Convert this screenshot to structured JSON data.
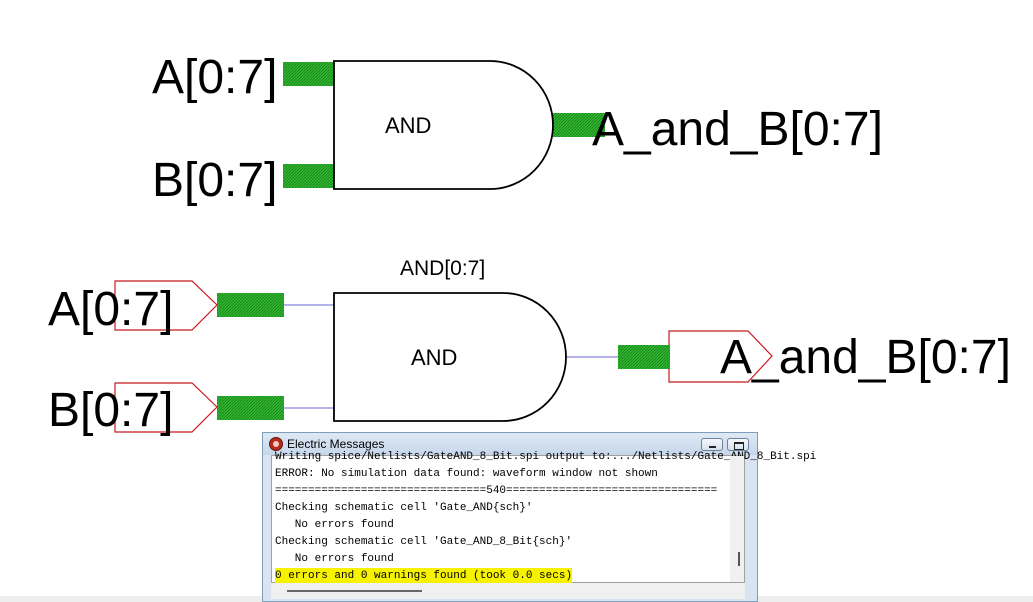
{
  "schematic_top": {
    "input_a": "A[0:7]",
    "input_b": "B[0:7]",
    "gate_label": "AND",
    "output": "A_and_B[0:7]"
  },
  "schematic_bottom": {
    "instance_name": "AND[0:7]",
    "gate_label": "AND",
    "input_a": "A[0:7]",
    "input_b": "B[0:7]",
    "output": "A_and_B[0:7]"
  },
  "messages_window": {
    "title": "Electric Messages",
    "lines": [
      "Writing spice/Netlists/GateAND_8_Bit.spi output to:.../Netlists/Gate_AND_8_Bit.spi",
      "ERROR: No simulation data found: waveform window not shown",
      "================================540================================",
      "Checking schematic cell 'Gate_AND{sch}'",
      "   No errors found",
      "Checking schematic cell 'Gate_AND_8_Bit{sch}'",
      "   No errors found",
      "0 errors and 0 warnings found (took 0.0 secs)"
    ]
  },
  "colors": {
    "bus_fill": "#2fb82f",
    "bus_hatch": "#1a7d1a",
    "port_outline": "#c8191e",
    "thin_wire": "#6a6ad0",
    "highlight": "#f6f200"
  }
}
